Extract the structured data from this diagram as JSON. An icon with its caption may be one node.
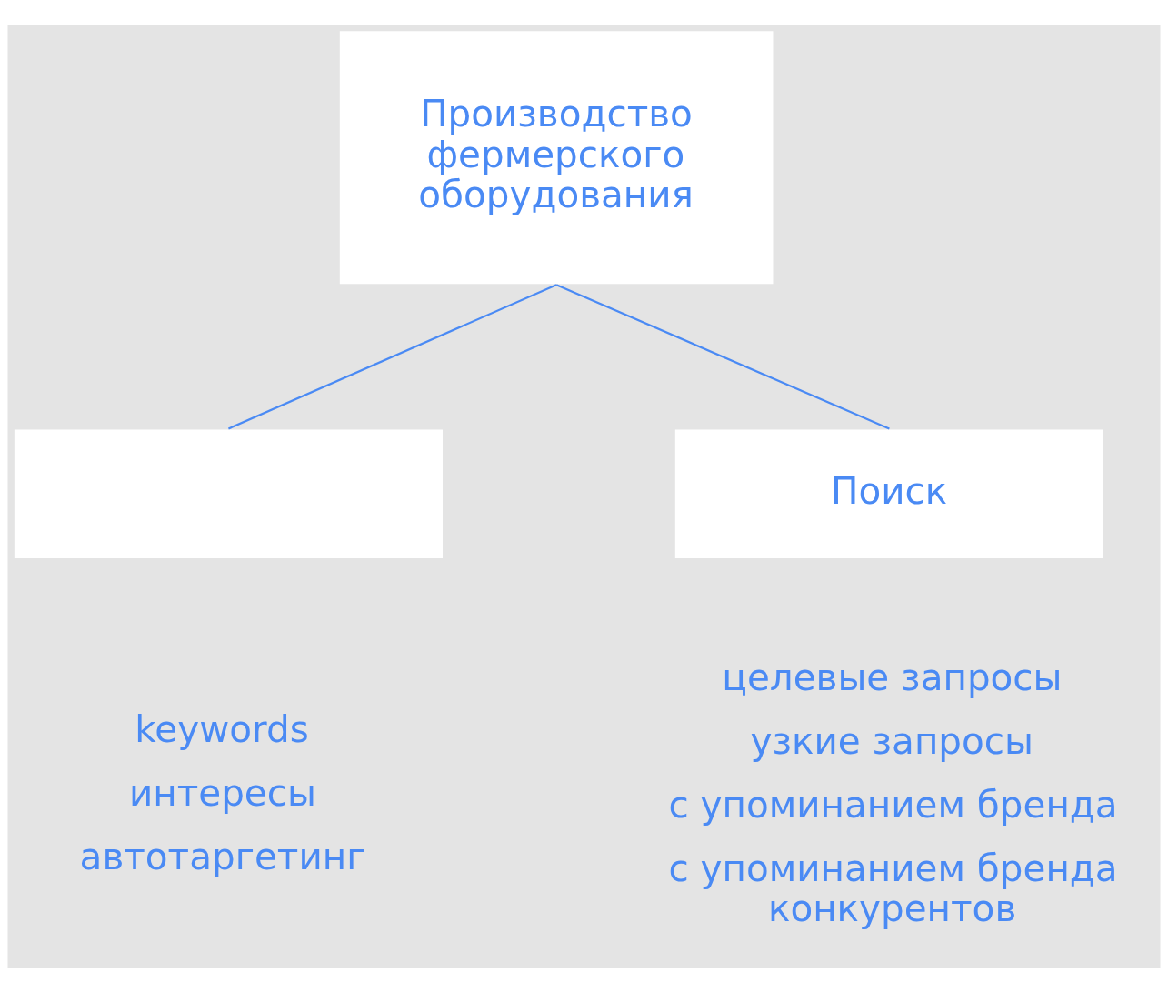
{
  "diagram": {
    "nodes": [
      {
        "text": [
          "Производство фермерского оборудования"
        ]
      },
      {
        "text": [],
        "shape": "box",
        "beside": [
          "keywords",
          "интересы",
          "автотаргетинг"
        ]
      },
      {
        "text": [
          "Поиск"
        ],
        "beside": [
          "целевые запросы",
          "узкие запросы",
          "с упоминанием бренда",
          "с упоминанием бренда конкурентов"
        ]
      }
    ],
    "edges": [
      {
        "from": 0,
        "to": 1,
        "arrow": "none"
      },
      {
        "from": 0,
        "to": 2,
        "arrow": "none"
      }
    ]
  }
}
